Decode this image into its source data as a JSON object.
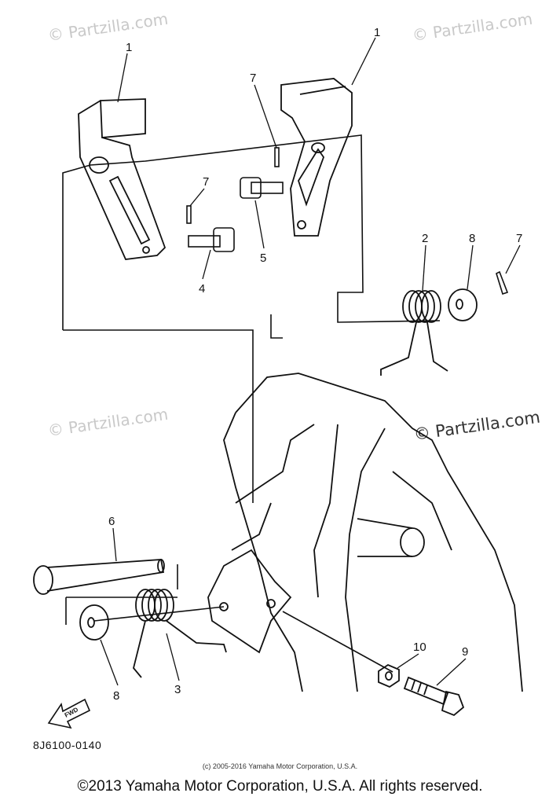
{
  "watermarks": {
    "top_left": "© Partzilla.com",
    "top_right": "© Partzilla.com",
    "mid_left": "© Partzilla.com",
    "mid_right": "© Partzilla.com"
  },
  "callouts": {
    "c1a": "1",
    "c1b": "1",
    "c7a": "7",
    "c7b": "7",
    "c7c": "7",
    "c4": "4",
    "c5": "5",
    "c2": "2",
    "c8a": "8",
    "c8b": "8",
    "c6": "6",
    "c3": "3",
    "c10": "10",
    "c9": "9"
  },
  "fwd_label": "FWD",
  "part_code": "8J6100-0140",
  "small_copyright": "(c) 2005-2016 Yamaha Motor Corporation, U.S.A.",
  "copyright": "©2013 Yamaha Motor Corporation, U.S.A. All rights reserved."
}
